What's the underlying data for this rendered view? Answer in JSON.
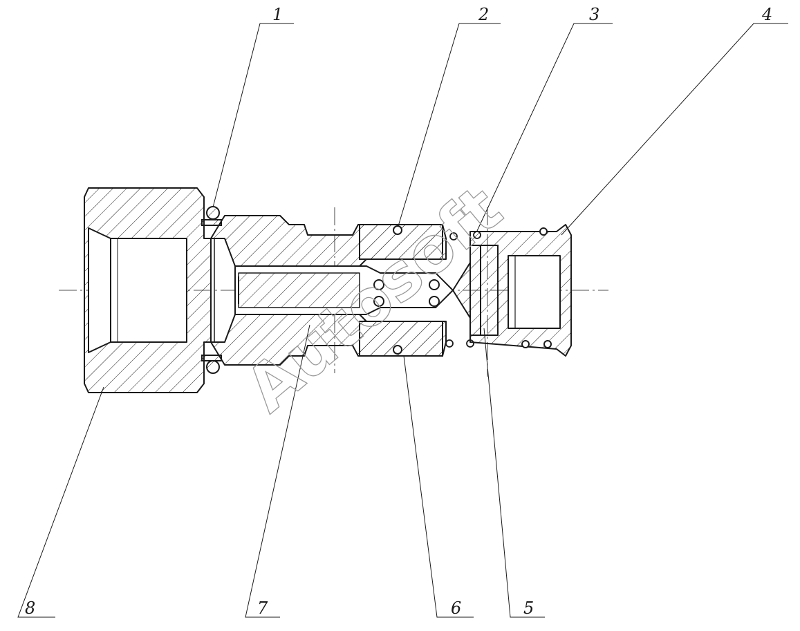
{
  "callouts": [
    {
      "id": "1",
      "text": "1"
    },
    {
      "id": "2",
      "text": "2"
    },
    {
      "id": "3",
      "text": "3"
    },
    {
      "id": "4",
      "text": "4"
    },
    {
      "id": "5",
      "text": "5"
    },
    {
      "id": "6",
      "text": "6"
    },
    {
      "id": "7",
      "text": "7"
    },
    {
      "id": "8",
      "text": "8"
    }
  ],
  "watermark": "Autosoft",
  "colors": {
    "ink": "#1a1a1a",
    "watermark": "#9a9a9a",
    "paper": "#ffffff"
  }
}
